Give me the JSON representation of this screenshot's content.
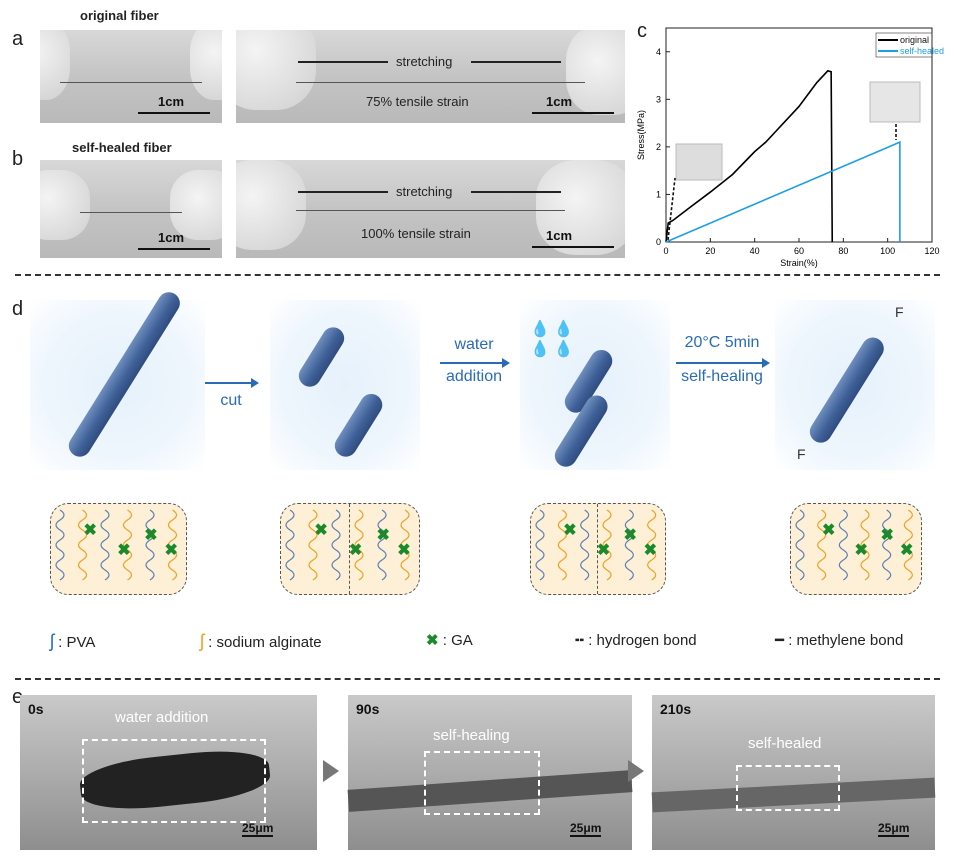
{
  "panel_a": {
    "label": "a",
    "title": "original fiber",
    "scale": "1cm",
    "action": "stretching",
    "strain": "75% tensile strain"
  },
  "panel_b": {
    "label": "b",
    "title": "self-healed fiber",
    "scale": "1cm",
    "action": "stretching",
    "strain": "100% tensile strain"
  },
  "panel_c": {
    "label": "c"
  },
  "panel_d": {
    "label": "d",
    "steps": [
      "cut",
      "water",
      "addition",
      "20°C 5min",
      "self-healing"
    ],
    "force": "F",
    "legend": [
      {
        "symbol": "PVA",
        "color": "#1f6fbf"
      },
      {
        "symbol": "sodium alginate",
        "color": "#f0a020"
      },
      {
        "symbol": "GA",
        "color": "#1a8a2a"
      },
      {
        "symbol": "hydrogen bond"
      },
      {
        "symbol": "methylene bond"
      }
    ]
  },
  "panel_e": {
    "label": "e",
    "frames": [
      {
        "time": "0s",
        "caption": "water addition",
        "scale": "25μm"
      },
      {
        "time": "90s",
        "caption": "self-healing",
        "scale": "25μm"
      },
      {
        "time": "210s",
        "caption": "self-healed",
        "scale": "25μm"
      }
    ]
  },
  "chart_data": {
    "type": "line",
    "xlabel": "Strain(%)",
    "ylabel": "Stress(MPa)",
    "xlim": [
      0,
      120
    ],
    "ylim": [
      0,
      4.5
    ],
    "xticks": [
      0,
      20,
      40,
      60,
      80,
      100,
      120
    ],
    "yticks": [
      0,
      1,
      2,
      3,
      4
    ],
    "legend_position": "top-right",
    "series": [
      {
        "name": "original",
        "color": "#000000",
        "points": [
          [
            0,
            0
          ],
          [
            1,
            0.4
          ],
          [
            3,
            0.45
          ],
          [
            10,
            0.7
          ],
          [
            20,
            1.05
          ],
          [
            30,
            1.42
          ],
          [
            40,
            1.9
          ],
          [
            45,
            2.1
          ],
          [
            50,
            2.35
          ],
          [
            60,
            2.85
          ],
          [
            68,
            3.35
          ],
          [
            73,
            3.6
          ],
          [
            74.5,
            3.58
          ],
          [
            75,
            0
          ]
        ]
      },
      {
        "name": "self-healed",
        "color": "#1ea0e0",
        "points": [
          [
            0,
            0
          ],
          [
            105.5,
            2.1
          ],
          [
            105.5,
            0
          ]
        ]
      }
    ]
  }
}
